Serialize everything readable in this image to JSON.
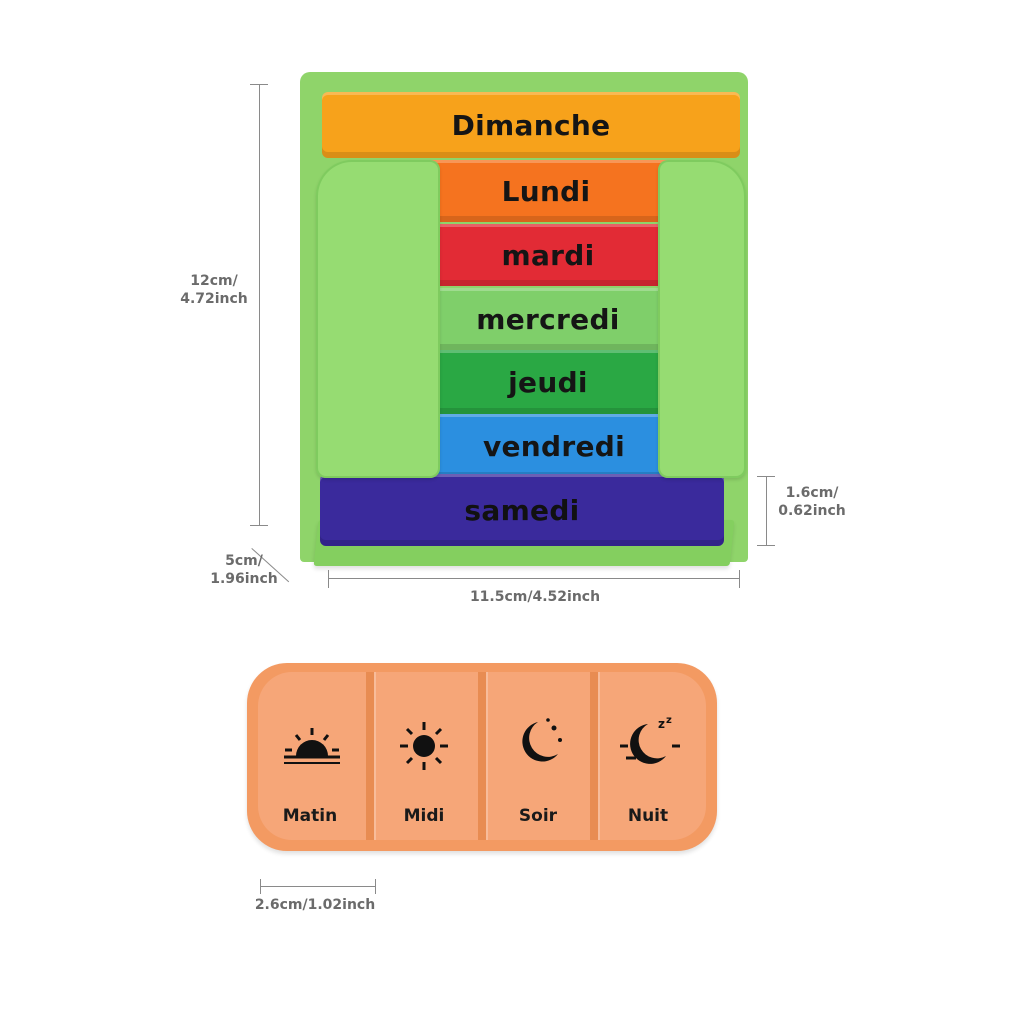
{
  "drawers": [
    {
      "label": "Dimanche",
      "color": "#f7a21b"
    },
    {
      "label": "Lundi",
      "color": "#f5731f"
    },
    {
      "label": "mardi",
      "color": "#e22b35"
    },
    {
      "label": "mercredi",
      "color": "#7fcf6a"
    },
    {
      "label": "jeudi",
      "color": "#2aa844"
    },
    {
      "label": "vendredi",
      "color": "#2b8fe0"
    },
    {
      "label": "samedi",
      "color": "#3a2a9c"
    }
  ],
  "frame_color": "#8fd46a",
  "dimensions": {
    "height": "12cm/\n4.72inch",
    "drawer_height": "1.6cm/\n0.62inch",
    "depth": "5cm/\n1.96inch",
    "width": "11.5cm/4.52inch",
    "compartment_width": "2.6cm/1.02inch"
  },
  "pill_case": {
    "color": "#f39a62",
    "compartments": [
      {
        "label": "Matin",
        "icon": "sunrise-icon"
      },
      {
        "label": "Midi",
        "icon": "sun-icon"
      },
      {
        "label": "Soir",
        "icon": "moon-stars-icon"
      },
      {
        "label": "Nuit",
        "icon": "moon-sleep-icon"
      }
    ]
  }
}
